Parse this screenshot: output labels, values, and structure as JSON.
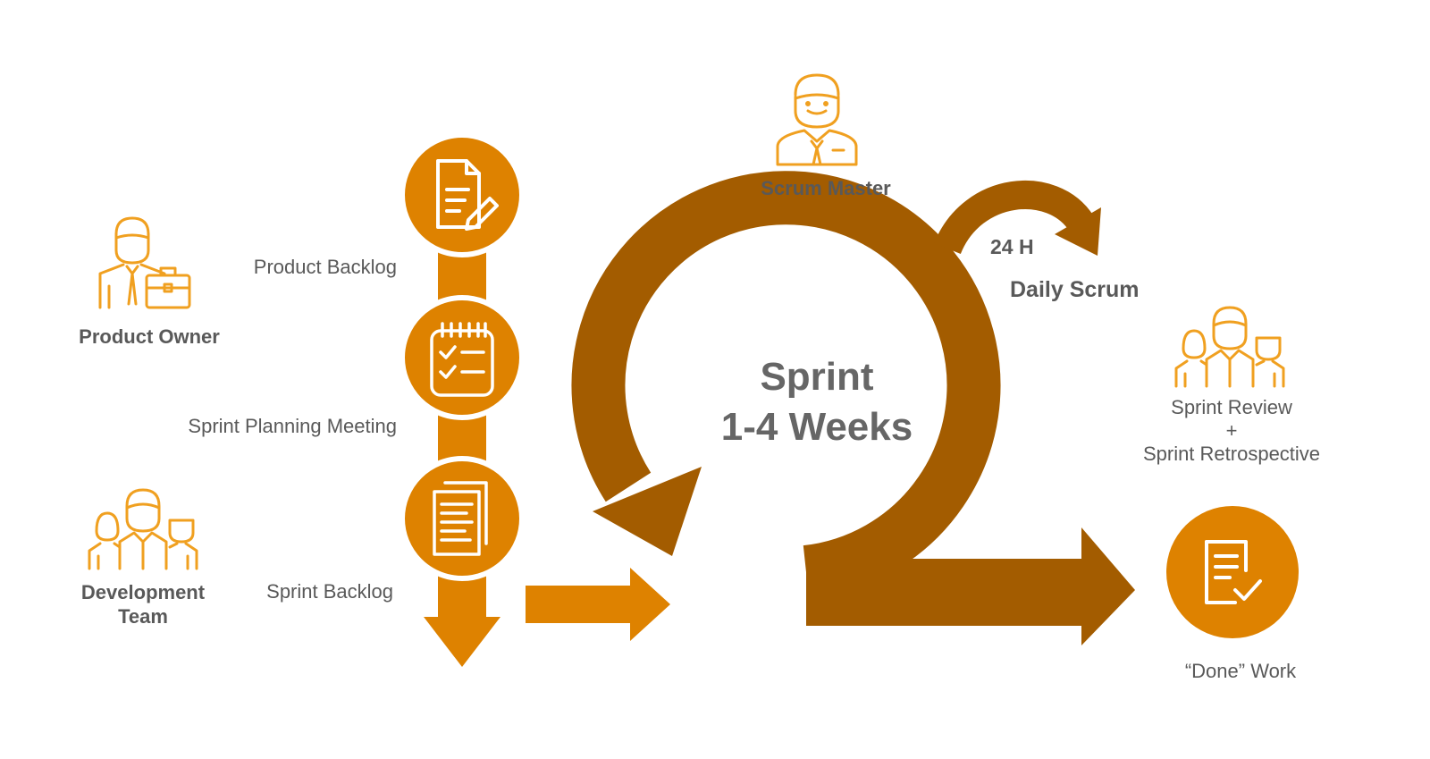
{
  "roles": {
    "product_owner": "Product Owner",
    "development_team": [
      "Development",
      "Team"
    ],
    "scrum_master": "Scrum Master"
  },
  "artifacts": {
    "product_backlog": "Product Backlog",
    "sprint_planning": "Sprint Planning Meeting",
    "sprint_backlog": "Sprint Backlog"
  },
  "sprint": {
    "title": "Sprint",
    "duration": "1-4 Weeks"
  },
  "daily": {
    "cycle": "24 H",
    "name": "Daily Scrum"
  },
  "review": {
    "line1": "Sprint Review",
    "plus": "+",
    "line2": "Sprint Retrospective"
  },
  "done": "“Done” Work",
  "colors": {
    "orange": "#DE8200",
    "brown": "#A35C00",
    "text": "#595959",
    "icon_line": "#F0A020"
  },
  "icons": [
    "product-owner-icon",
    "development-team-icon",
    "scrum-master-icon",
    "sprint-review-team-icon",
    "document-edit-icon",
    "checklist-icon",
    "documents-icon",
    "done-document-icon"
  ]
}
